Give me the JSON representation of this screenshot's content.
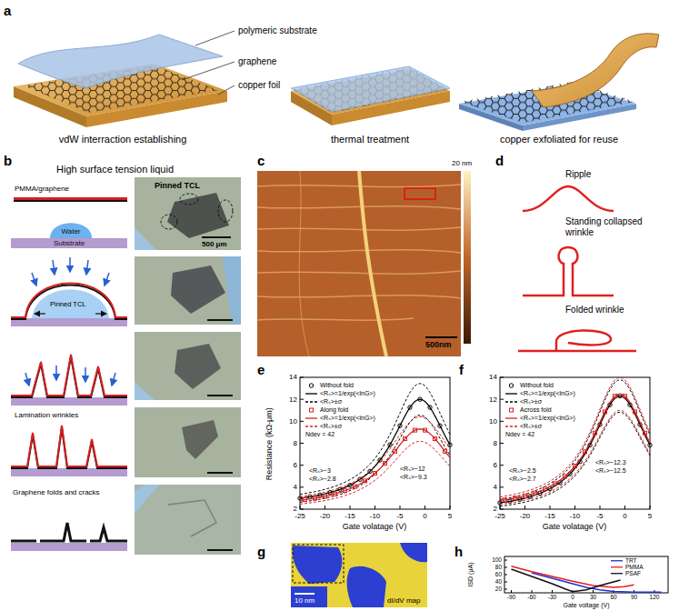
{
  "diagram": {
    "nodes": [
      {
        "text": [
          "Water"
        ]
      },
      {
        "text": [
          "Substrate"
        ]
      }
    ],
    "labels": [
      "a",
      "polymeric substrate",
      "graphene",
      "copper foil",
      "vdW interraction establishing",
      "thermal treatment",
      "copper exfoliated for reuse",
      "b",
      "High surface tension liquid",
      "PMMA/graphene",
      "Pinned TCL",
      "Lamination wrinkles",
      "Graphene folds and cracks",
      "Pinned TCL",
      "500 μm",
      "c",
      "20 nm",
      "500nm",
      "d",
      "Ripple",
      "Standing collapsed wrinkle",
      "Folded wrinkle",
      "e",
      "Resistance (kΩ-μm)",
      "14",
      "12",
      "10",
      "8",
      "6",
      "4",
      "2",
      "-25",
      "-20",
      "-15",
      "-10",
      "-5",
      "0",
      "5",
      "Gate volatage (V)",
      "Ndev = 42",
      "<Rₛ>~12",
      "<Rₛ>~9.3",
      "<Rₛ>~3",
      "<Rₛ>~2.8",
      "f",
      "14",
      "12",
      "10",
      "8",
      "6",
      "4",
      "2",
      "-25",
      "-20",
      "-15",
      "-10",
      "-5",
      "0",
      "5",
      "Gate volatage (V)",
      "Ndev = 42",
      "<Rₛ>~12.3",
      "<Rₛ>~12.5",
      "<Rₛ>~2.5",
      "<Rₛ>~2.7",
      "g",
      "10 nm",
      "dI/dV map",
      "h",
      "ISD (μA)",
      "100",
      "80",
      "60",
      "40",
      "20",
      "-90",
      "-60",
      "-30",
      "0",
      "30",
      "60",
      "90",
      "120",
      "Gate voltage (V)"
    ],
    "legend": [
      {
        "text": "Without fold"
      },
      {
        "text": "<Rₛ>=1/exp(<lnG>)"
      },
      {
        "text": "<Rₛ>±σ"
      },
      {
        "text": "Along fold"
      },
      {
        "text": "<Rₛ>=1/exp(<lnG>)"
      },
      {
        "text": "<Rₛ>±σ"
      },
      {
        "text": "Without fold"
      },
      {
        "text": "<Rₛ>=1/exp(<lnG>)"
      },
      {
        "text": "<Rₛ>±σ"
      },
      {
        "text": "Across fold"
      },
      {
        "text": "<Rₛ>=1/exp(<lnG>)"
      },
      {
        "text": "<Rₛ>±σ"
      },
      {
        "text": "TRT"
      },
      {
        "text": "PMMA"
      },
      {
        "text": "PSAF"
      }
    ]
  }
}
